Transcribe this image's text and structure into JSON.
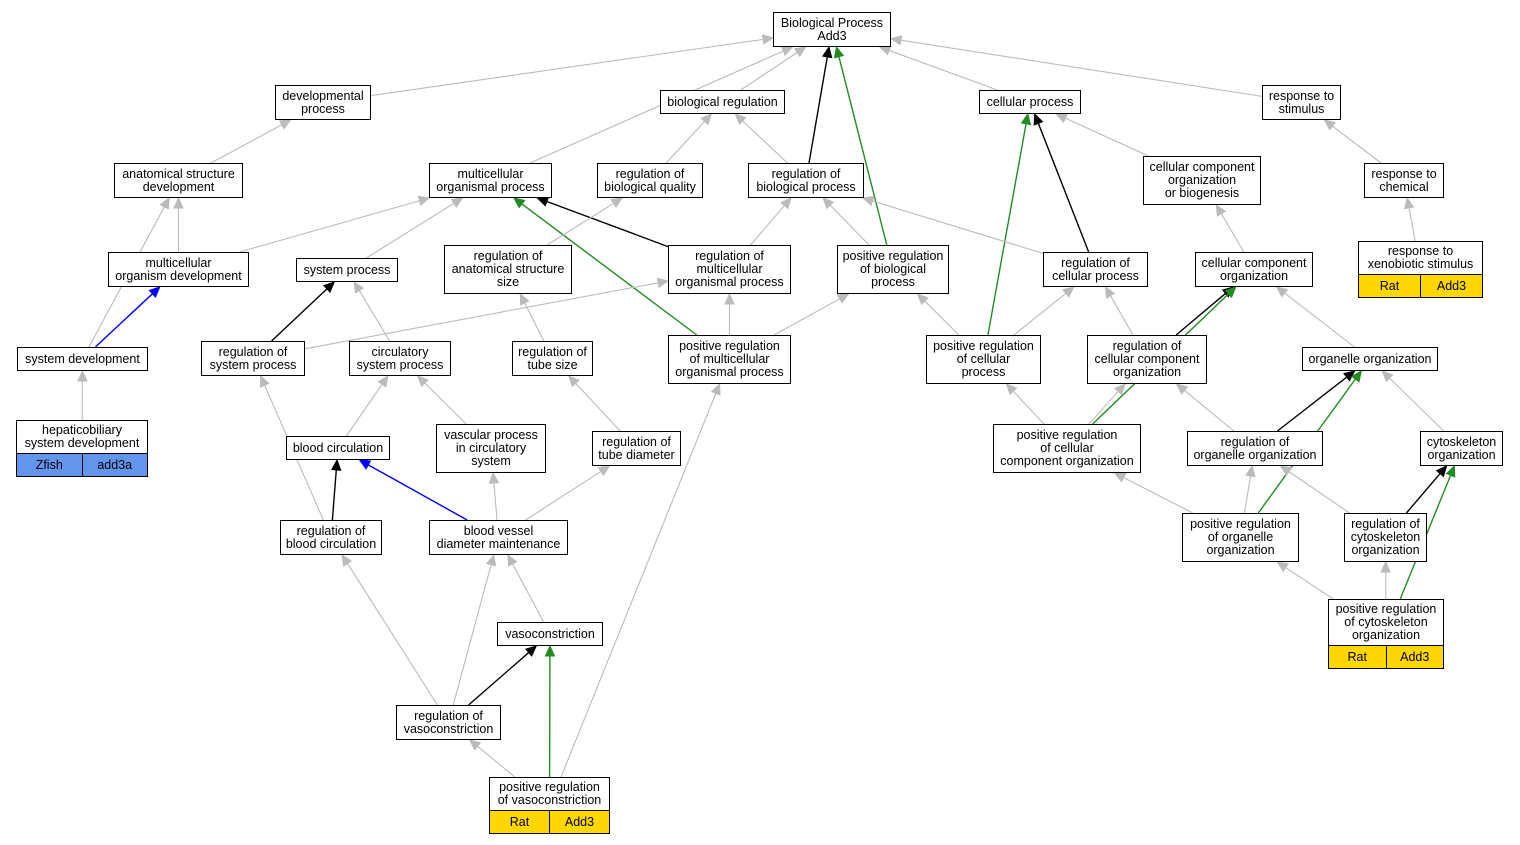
{
  "graph": {
    "nodes": {
      "bp": {
        "label": "Biological Process\nAdd3"
      },
      "devp": {
        "label": "developmental\nprocess"
      },
      "bioreg": {
        "label": "biological regulation"
      },
      "cellp": {
        "label": "cellular process"
      },
      "resp": {
        "label": "response to\nstimulus"
      },
      "asd": {
        "label": "anatomical structure\ndevelopment"
      },
      "mop": {
        "label": "multicellular\norganismal process"
      },
      "rbq": {
        "label": "regulation of\nbiological quality"
      },
      "rbp": {
        "label": "regulation of\nbiological process"
      },
      "ccob": {
        "label": "cellular component\norganization\nor biogenesis"
      },
      "rchem": {
        "label": "response to\nchemical"
      },
      "mod": {
        "label": "multicellular\norganism development"
      },
      "sysp": {
        "label": "system process"
      },
      "rass": {
        "label": "regulation of\nanatomical structure\nsize"
      },
      "rmop": {
        "label": "regulation of\nmulticellular\norganismal process"
      },
      "prbp": {
        "label": "positive regulation\nof biological\nprocess"
      },
      "rcp": {
        "label": "regulation of\ncellular process"
      },
      "cco": {
        "label": "cellular component\norganization"
      },
      "rxs": {
        "label": "response to\nxenobiotic stimulus",
        "tags": [
          "Rat",
          "Add3"
        ]
      },
      "sysdev": {
        "label": "system development"
      },
      "rsp": {
        "label": "regulation of\nsystem process"
      },
      "csp": {
        "label": "circulatory\nsystem process"
      },
      "rts": {
        "label": "regulation of\ntube size"
      },
      "prmop": {
        "label": "positive regulation\nof multicellular\norganismal process"
      },
      "prcp": {
        "label": "positive regulation\nof cellular\nprocess"
      },
      "rcco": {
        "label": "regulation of\ncellular component\norganization"
      },
      "oo": {
        "label": "organelle organization"
      },
      "hsd": {
        "label": "hepaticobiliary\nsystem development",
        "tags": [
          "Zfish",
          "add3a"
        ]
      },
      "bc": {
        "label": "blood circulation"
      },
      "vpcs": {
        "label": "vascular process\nin circulatory\nsystem"
      },
      "rtd": {
        "label": "regulation of\ntube diameter"
      },
      "prcco": {
        "label": "positive regulation\nof cellular\ncomponent organization"
      },
      "roo": {
        "label": "regulation of\norganelle organization"
      },
      "co": {
        "label": "cytoskeleton\norganization"
      },
      "rbc": {
        "label": "regulation of\nblood circulation"
      },
      "bvdm": {
        "label": "blood vessel\ndiameter maintenance"
      },
      "proo": {
        "label": "positive regulation\nof organelle\norganization"
      },
      "rco": {
        "label": "regulation of\ncytoskeleton\norganization"
      },
      "vc": {
        "label": "vasoconstriction"
      },
      "prco": {
        "label": "positive regulation\nof cytoskeleton\norganization",
        "tags": [
          "Rat",
          "Add3"
        ]
      },
      "rvc": {
        "label": "regulation of\nvasoconstriction"
      },
      "prvc": {
        "label": "positive regulation\nof vasoconstriction",
        "tags": [
          "Rat",
          "Add3"
        ]
      }
    },
    "edges": [
      {
        "from": "devp",
        "to": "bp",
        "kind": "is_a"
      },
      {
        "from": "bioreg",
        "to": "bp",
        "kind": "is_a"
      },
      {
        "from": "cellp",
        "to": "bp",
        "kind": "is_a"
      },
      {
        "from": "resp",
        "to": "bp",
        "kind": "is_a"
      },
      {
        "from": "mop",
        "to": "bp",
        "kind": "is_a"
      },
      {
        "from": "rbp",
        "to": "bp",
        "kind": "regulates"
      },
      {
        "from": "prbp",
        "to": "bp",
        "kind": "positively_regulates"
      },
      {
        "from": "asd",
        "to": "devp",
        "kind": "is_a"
      },
      {
        "from": "rbq",
        "to": "bioreg",
        "kind": "is_a"
      },
      {
        "from": "rbp",
        "to": "bioreg",
        "kind": "is_a"
      },
      {
        "from": "ccob",
        "to": "cellp",
        "kind": "is_a"
      },
      {
        "from": "rcp",
        "to": "cellp",
        "kind": "regulates"
      },
      {
        "from": "prcp",
        "to": "cellp",
        "kind": "positively_regulates"
      },
      {
        "from": "rchem",
        "to": "resp",
        "kind": "is_a"
      },
      {
        "from": "mod",
        "to": "asd",
        "kind": "is_a"
      },
      {
        "from": "sysdev",
        "to": "asd",
        "kind": "is_a"
      },
      {
        "from": "mod",
        "to": "mop",
        "kind": "is_a"
      },
      {
        "from": "sysp",
        "to": "mop",
        "kind": "is_a"
      },
      {
        "from": "rmop",
        "to": "mop",
        "kind": "regulates"
      },
      {
        "from": "prmop",
        "to": "mop",
        "kind": "positively_regulates"
      },
      {
        "from": "rass",
        "to": "rbq",
        "kind": "is_a"
      },
      {
        "from": "rmop",
        "to": "rbp",
        "kind": "is_a"
      },
      {
        "from": "prbp",
        "to": "rbp",
        "kind": "is_a"
      },
      {
        "from": "rcp",
        "to": "rbp",
        "kind": "is_a"
      },
      {
        "from": "cco",
        "to": "ccob",
        "kind": "is_a"
      },
      {
        "from": "rxs",
        "to": "rchem",
        "kind": "is_a"
      },
      {
        "from": "sysdev",
        "to": "mod",
        "kind": "part_of"
      },
      {
        "from": "rsp",
        "to": "sysp",
        "kind": "regulates"
      },
      {
        "from": "csp",
        "to": "sysp",
        "kind": "is_a"
      },
      {
        "from": "rts",
        "to": "rass",
        "kind": "is_a"
      },
      {
        "from": "rsp",
        "to": "rmop",
        "kind": "is_a"
      },
      {
        "from": "prmop",
        "to": "rmop",
        "kind": "is_a"
      },
      {
        "from": "prmop",
        "to": "prbp",
        "kind": "is_a"
      },
      {
        "from": "prcp",
        "to": "prbp",
        "kind": "is_a"
      },
      {
        "from": "prcp",
        "to": "rcp",
        "kind": "is_a"
      },
      {
        "from": "rcco",
        "to": "rcp",
        "kind": "is_a"
      },
      {
        "from": "rcco",
        "to": "cco",
        "kind": "regulates"
      },
      {
        "from": "prcco",
        "to": "cco",
        "kind": "positively_regulates"
      },
      {
        "from": "oo",
        "to": "cco",
        "kind": "is_a"
      },
      {
        "from": "hsd",
        "to": "sysdev",
        "kind": "is_a"
      },
      {
        "from": "rbc",
        "to": "rsp",
        "kind": "is_a"
      },
      {
        "from": "bc",
        "to": "csp",
        "kind": "is_a"
      },
      {
        "from": "vpcs",
        "to": "csp",
        "kind": "is_a"
      },
      {
        "from": "rtd",
        "to": "rts",
        "kind": "is_a"
      },
      {
        "from": "prvc",
        "to": "prmop",
        "kind": "is_a"
      },
      {
        "from": "prcco",
        "to": "prcp",
        "kind": "is_a"
      },
      {
        "from": "prcco",
        "to": "rcco",
        "kind": "is_a"
      },
      {
        "from": "roo",
        "to": "rcco",
        "kind": "is_a"
      },
      {
        "from": "roo",
        "to": "oo",
        "kind": "regulates"
      },
      {
        "from": "proo",
        "to": "oo",
        "kind": "positively_regulates"
      },
      {
        "from": "co",
        "to": "oo",
        "kind": "is_a"
      },
      {
        "from": "rbc",
        "to": "bc",
        "kind": "regulates"
      },
      {
        "from": "bvdm",
        "to": "bc",
        "kind": "part_of"
      },
      {
        "from": "bvdm",
        "to": "vpcs",
        "kind": "is_a"
      },
      {
        "from": "bvdm",
        "to": "rtd",
        "kind": "is_a"
      },
      {
        "from": "proo",
        "to": "prcco",
        "kind": "is_a"
      },
      {
        "from": "proo",
        "to": "roo",
        "kind": "is_a"
      },
      {
        "from": "rco",
        "to": "roo",
        "kind": "is_a"
      },
      {
        "from": "rco",
        "to": "co",
        "kind": "regulates"
      },
      {
        "from": "prco",
        "to": "co",
        "kind": "positively_regulates"
      },
      {
        "from": "rvc",
        "to": "rbc",
        "kind": "is_a"
      },
      {
        "from": "rvc",
        "to": "bvdm",
        "kind": "is_a"
      },
      {
        "from": "vc",
        "to": "bvdm",
        "kind": "is_a"
      },
      {
        "from": "prco",
        "to": "proo",
        "kind": "is_a"
      },
      {
        "from": "prco",
        "to": "rco",
        "kind": "is_a"
      },
      {
        "from": "rvc",
        "to": "vc",
        "kind": "regulates"
      },
      {
        "from": "prvc",
        "to": "vc",
        "kind": "positively_regulates"
      },
      {
        "from": "prvc",
        "to": "rvc",
        "kind": "is_a"
      }
    ],
    "edge_colors": {
      "is_a": "#bbbbbb",
      "regulates": "#000000",
      "positively_regulates": "#228b22",
      "part_of": "#0000ff"
    },
    "tag_colors": {
      "Rat": "#ffd700",
      "Zfish": "#6495ed"
    }
  }
}
